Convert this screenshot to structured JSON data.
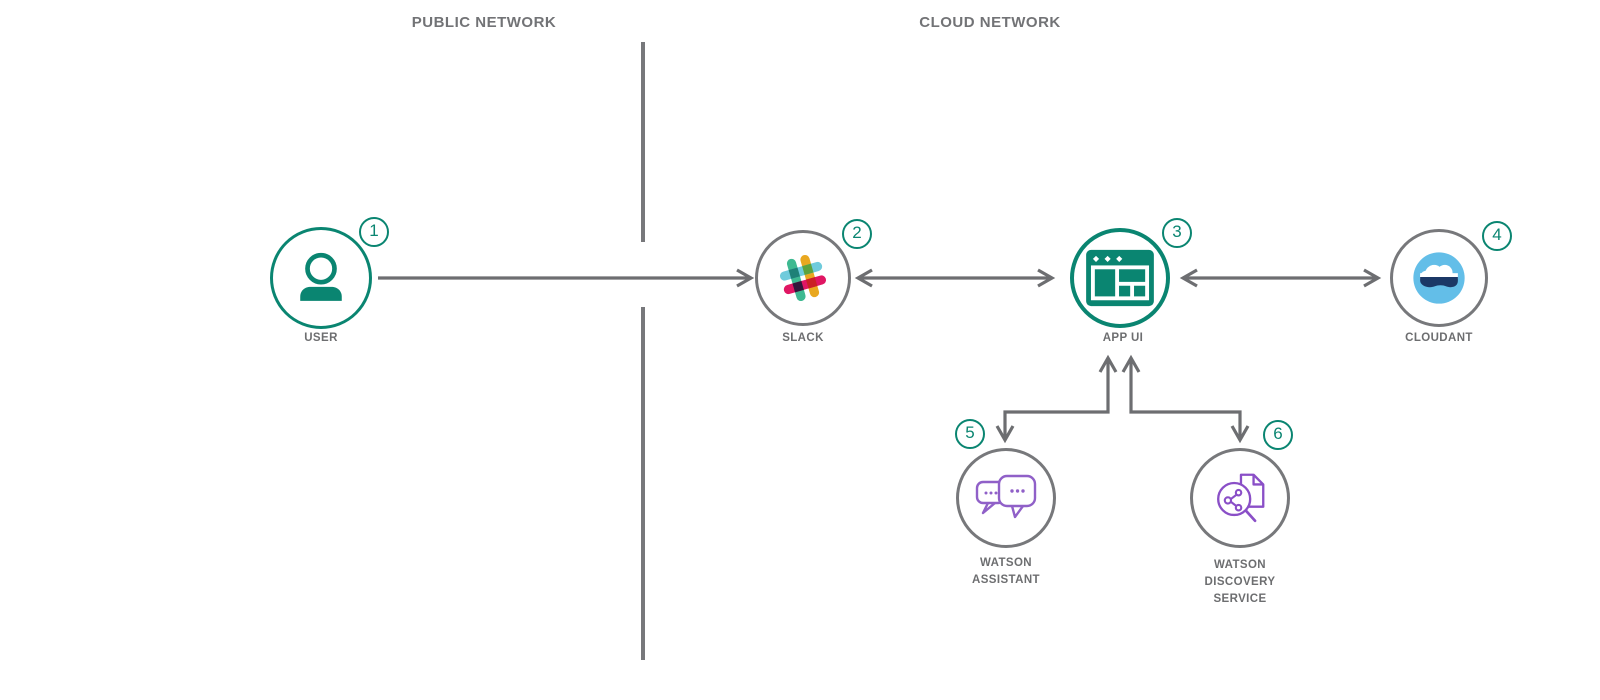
{
  "headers": {
    "public": "PUBLIC NETWORK",
    "cloud": "CLOUD NETWORK"
  },
  "nodes": [
    {
      "id": "user",
      "badge": "1",
      "label": "USER",
      "icon": "user-icon",
      "network": "public"
    },
    {
      "id": "slack",
      "badge": "2",
      "label": "SLACK",
      "icon": "slack-logo-icon",
      "network": "cloud"
    },
    {
      "id": "app-ui",
      "badge": "3",
      "label": "APP UI",
      "icon": "browser-window-icon",
      "network": "cloud"
    },
    {
      "id": "cloudant",
      "badge": "4",
      "label": "CLOUDANT",
      "icon": "cloudant-cloud-icon",
      "network": "cloud"
    },
    {
      "id": "watson-assistant",
      "badge": "5",
      "label": "WATSON ASSISTANT",
      "icon": "chat-bubbles-icon",
      "network": "cloud"
    },
    {
      "id": "watson-discovery",
      "badge": "6",
      "label": "WATSON DISCOVERY SERVICE",
      "icon": "document-search-icon",
      "network": "cloud"
    }
  ],
  "connections": [
    {
      "from": "user",
      "to": "slack",
      "style": "one-way"
    },
    {
      "from": "slack",
      "to": "app-ui",
      "style": "two-way"
    },
    {
      "from": "app-ui",
      "to": "cloudant",
      "style": "two-way"
    },
    {
      "from": "app-ui",
      "to": "watson-assistant",
      "style": "two-way-elbow"
    },
    {
      "from": "app-ui",
      "to": "watson-discovery",
      "style": "two-way-elbow"
    }
  ],
  "colors": {
    "teal": "#0A8571",
    "connector_gray": "#6D6E71",
    "node_border_gray": "#77787B",
    "label_gray": "#6D6E70",
    "header_gray": "#727376",
    "watson_purple": "#9060C8",
    "cloudant_blue": "#63BEE8",
    "cloudant_navy": "#1B3866",
    "slack_blue": "#6FCBDC",
    "slack_green": "#3EB991",
    "slack_yellow": "#E9A820",
    "slack_pink": "#E01663"
  }
}
